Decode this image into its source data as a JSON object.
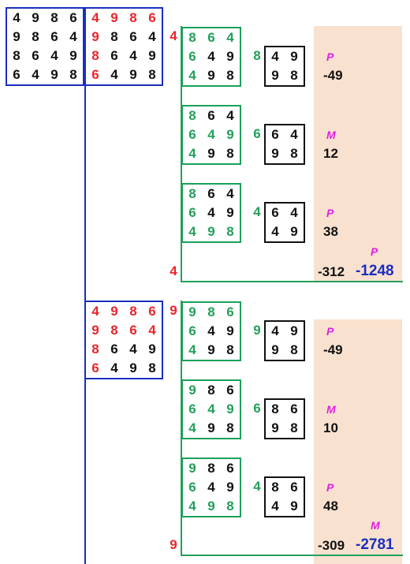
{
  "colors": {
    "blue": "#1a2fbf",
    "green": "#22a05a",
    "red": "#e8252c",
    "black": "#111111",
    "magenta": "#e020e0",
    "shade": "#f9e1cf"
  },
  "matrix": [
    [
      "4",
      "9",
      "8",
      "6"
    ],
    [
      "9",
      "8",
      "6",
      "4"
    ],
    [
      "8",
      "6",
      "4",
      "9"
    ],
    [
      "6",
      "4",
      "9",
      "8"
    ]
  ],
  "blocks": [
    {
      "pivot_left": "4",
      "pivot_bottom": "4",
      "result": "-312",
      "final_op": "P",
      "total": "-1248",
      "subs": [
        {
          "pivot": "8",
          "minor": [
            [
              "4",
              "9"
            ],
            [
              "9",
              "8"
            ]
          ],
          "op": "P",
          "val": "-49"
        },
        {
          "pivot": "6",
          "minor": [
            [
              "6",
              "4"
            ],
            [
              "9",
              "8"
            ]
          ],
          "op": "M",
          "val": "12"
        },
        {
          "pivot": "4",
          "minor": [
            [
              "6",
              "4"
            ],
            [
              "4",
              "9"
            ]
          ],
          "op": "P",
          "val": "38"
        }
      ]
    },
    {
      "pivot_left": "9",
      "pivot_bottom": "9",
      "result": "-309",
      "final_op": "M",
      "total": "-2781",
      "subs": [
        {
          "pivot": "9",
          "minor": [
            [
              "4",
              "9"
            ],
            [
              "9",
              "8"
            ]
          ],
          "op": "P",
          "val": "-49"
        },
        {
          "pivot": "6",
          "minor": [
            [
              "8",
              "6"
            ],
            [
              "9",
              "8"
            ]
          ],
          "op": "M",
          "val": "10"
        },
        {
          "pivot": "4",
          "minor": [
            [
              "8",
              "6"
            ],
            [
              "4",
              "9"
            ]
          ],
          "op": "P",
          "val": "48"
        }
      ]
    }
  ]
}
